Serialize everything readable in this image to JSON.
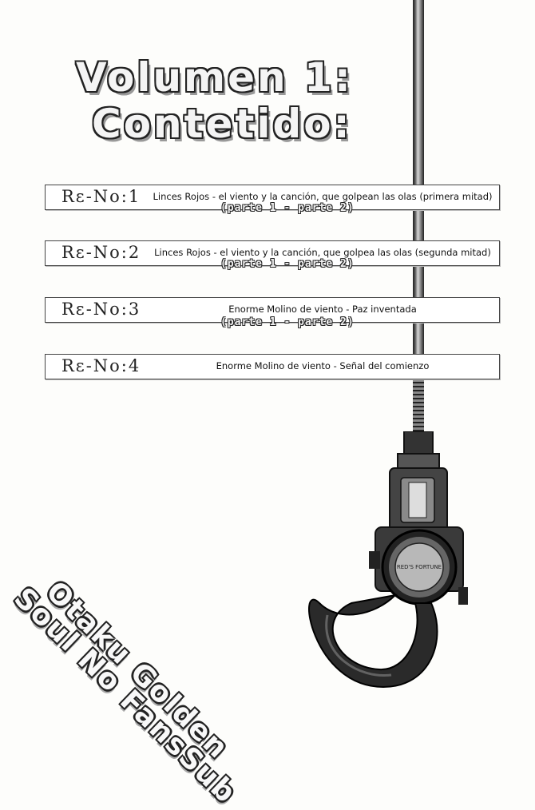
{
  "title": {
    "line1": "Volumen 1:",
    "line2": "Contetido:"
  },
  "chapters": [
    {
      "number": "Rε-No:1",
      "title": "Linces Rojos - el viento y la canción, que golpean las olas (primera mitad)",
      "parts": "(parte 1 - parte 2)"
    },
    {
      "number": "Rε-No:2",
      "title": "Linces Rojos - el viento y la canción, que golpea las olas (segunda mitad)",
      "parts": "(parte 1 - parte 2)"
    },
    {
      "number": "Rε-No:3",
      "title": "Enorme Molino de viento - Paz inventada",
      "parts": "(parte 1 - parte 2)"
    },
    {
      "number": "Rε-No:4",
      "title": "Enorme Molino de viento - Señal del comienzo",
      "parts": ""
    }
  ],
  "watermark": {
    "line1": "Otaku Golden",
    "line2": "Soul No FansSub"
  },
  "hook_label": "RED'S FORTUNE"
}
